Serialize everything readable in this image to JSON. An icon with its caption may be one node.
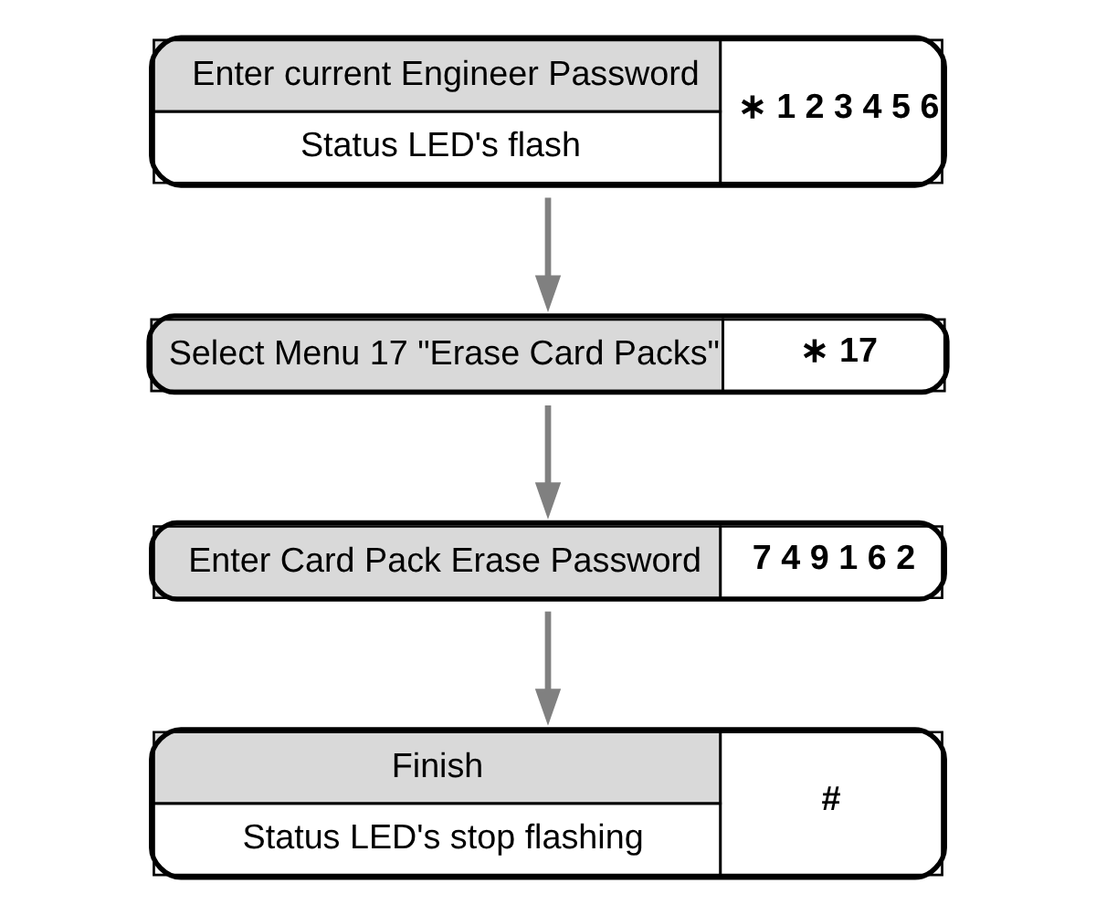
{
  "diagram": {
    "nodes": [
      {
        "text": [
          "Enter current Engineer Password",
          "Status LED's flash",
          "∗ 1 2 3 4 5 6"
        ]
      },
      {
        "text": [
          "Select Menu 17 \"Erase Card Packs\"",
          "∗ 17"
        ]
      },
      {
        "text": [
          "Enter Card Pack Erase Password",
          "7 4 9 1 6 2"
        ]
      },
      {
        "text": [
          "Finish",
          "Status LED's stop flashing",
          "#"
        ]
      }
    ],
    "edges": [
      {
        "from": 0,
        "to": 1,
        "arrow": "to"
      },
      {
        "from": 1,
        "to": 2,
        "arrow": "to"
      },
      {
        "from": 2,
        "to": 3,
        "arrow": "to"
      }
    ]
  }
}
